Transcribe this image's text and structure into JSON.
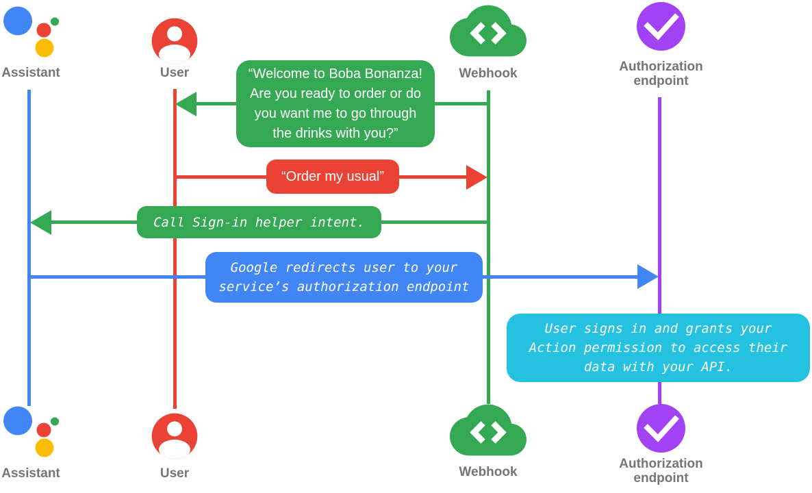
{
  "colors": {
    "assistant_blue": "#4285F4",
    "user_red": "#EA4335",
    "webhook_green": "#34A853",
    "assistant_logo_yellow": "#FBBC04",
    "assistant_logo_green": "#34A853",
    "authorization_purple": "#A142F4",
    "note_cyan": "#24C1E0",
    "label_gray": "#757575",
    "message_text_white": "#FFFFFF"
  },
  "actors": {
    "assistant": {
      "label": "Assistant",
      "icon": "google-assistant-logo-icon"
    },
    "user": {
      "label": "User",
      "icon": "person-circle-icon"
    },
    "webhook": {
      "label": "Webhook",
      "icon": "cloud-code-icon"
    },
    "authorization": {
      "label": "Authorization endpoint",
      "icon": "check-circle-icon"
    }
  },
  "messages": {
    "welcome": {
      "text": "“Welcome to Boba Bonanza! Are you ready to order or do you want me to go through the drinks with you?”",
      "from": "Webhook",
      "to": "User",
      "style": "sans"
    },
    "order": {
      "text": "“Order my usual”",
      "from": "User",
      "to": "Webhook",
      "style": "sans"
    },
    "signin": {
      "text": "Call Sign-in helper intent.",
      "from": "Webhook",
      "to": "Assistant",
      "style": "mono-italic"
    },
    "redirect": {
      "text": "Google redirects user to your service’s authorization endpoint",
      "from": "Assistant",
      "to": "Authorization endpoint",
      "style": "mono-italic"
    },
    "grant": {
      "text": "User signs in and grants your Action permission to access their data with your API.",
      "note_on": "Authorization endpoint",
      "style": "mono-italic"
    }
  }
}
